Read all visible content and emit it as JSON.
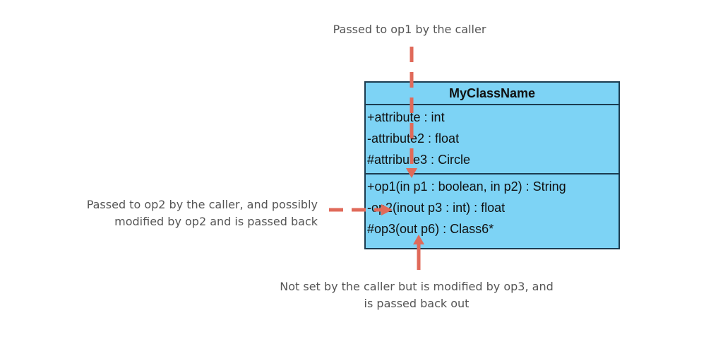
{
  "notes": {
    "top": "Passed to op1 by the caller",
    "left_line1": "Passed to op2 by the caller, and possibly",
    "left_line2": "modified by op2 and is passed back",
    "bottom_line1": "Not set by the caller but is modified by op3, and",
    "bottom_line2": "is passed back out"
  },
  "class": {
    "name": "MyClassName",
    "attributes": [
      "+attribute : int",
      "-attribute2 : float",
      "#attribute3 : Circle"
    ],
    "operations": [
      "+op1(in p1 : boolean, in p2) : String",
      "-op2(inout p3 : int) : float",
      "#op3(out p6) : Class6*"
    ]
  },
  "colors": {
    "class_fill": "#7dd3f5",
    "class_border": "#1c3c50",
    "arrow": "#e06a5a",
    "note_text": "#555555"
  }
}
